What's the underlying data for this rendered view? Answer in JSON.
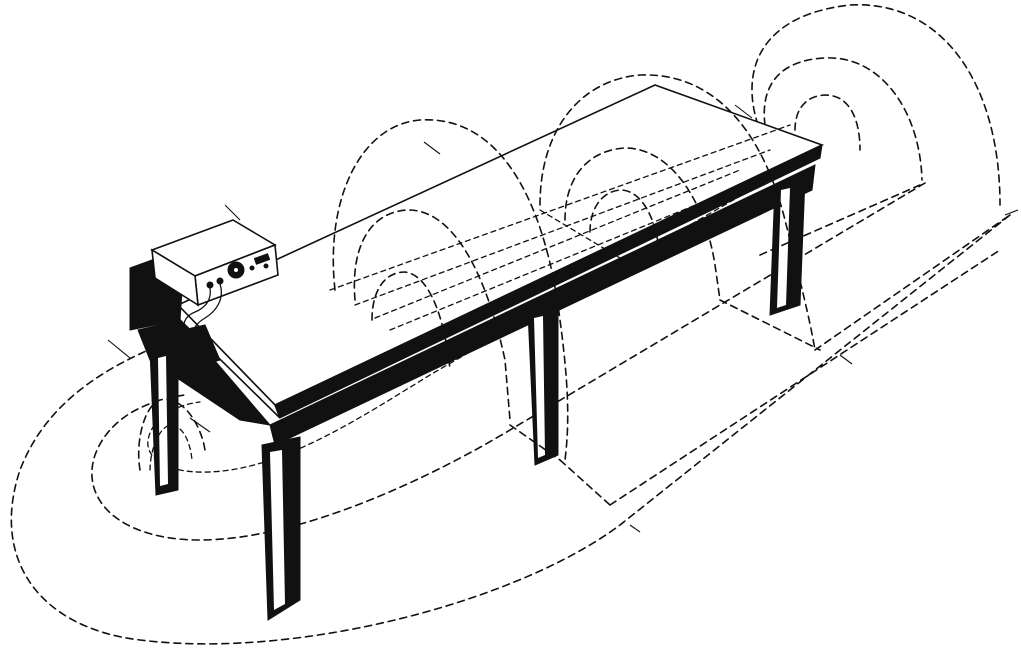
{
  "figure": {
    "background": "#ffffff",
    "ink_color": "#111111",
    "line_style": "dashed field lines",
    "objects": [
      "table",
      "signal-generator",
      "loop-antenna-cable"
    ],
    "field_arcs_per_group": 3,
    "arc_groups": 3,
    "ground_loops": 2
  }
}
